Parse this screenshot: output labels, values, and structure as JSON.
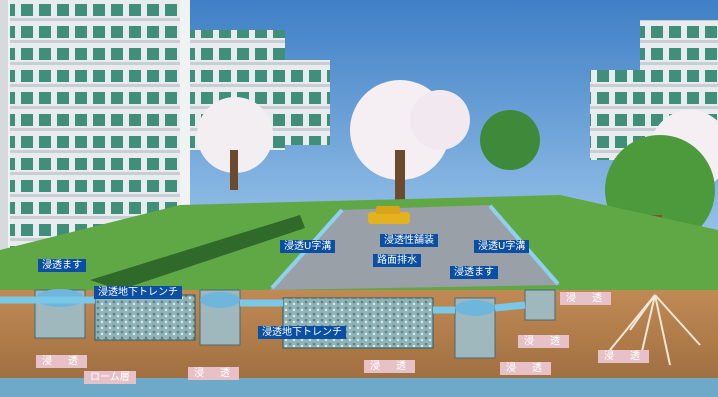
{
  "labels": {
    "infiltration_pit_left": "浸透ます",
    "infiltration_u_ditch_left": "浸透U字溝",
    "permeable_pavement": "浸透性舗装",
    "road_drainage": "路面排水",
    "infiltration_u_ditch_right": "浸透U字溝",
    "infiltration_pit_right": "浸透ます",
    "underground_trench_left": "浸透地下トレンチ",
    "underground_trench_center": "浸透地下トレンチ",
    "infiltration": "浸　透",
    "loam_layer": "ローム層"
  },
  "colors": {
    "sky": "#4f8fd0",
    "lawn": "#5fa845",
    "hedge": "#2f6a2a",
    "soil": "#b07a4a",
    "water": "#79c8e8",
    "label_blue": "#0a4fa3",
    "label_pink": "#e6c2c8"
  }
}
